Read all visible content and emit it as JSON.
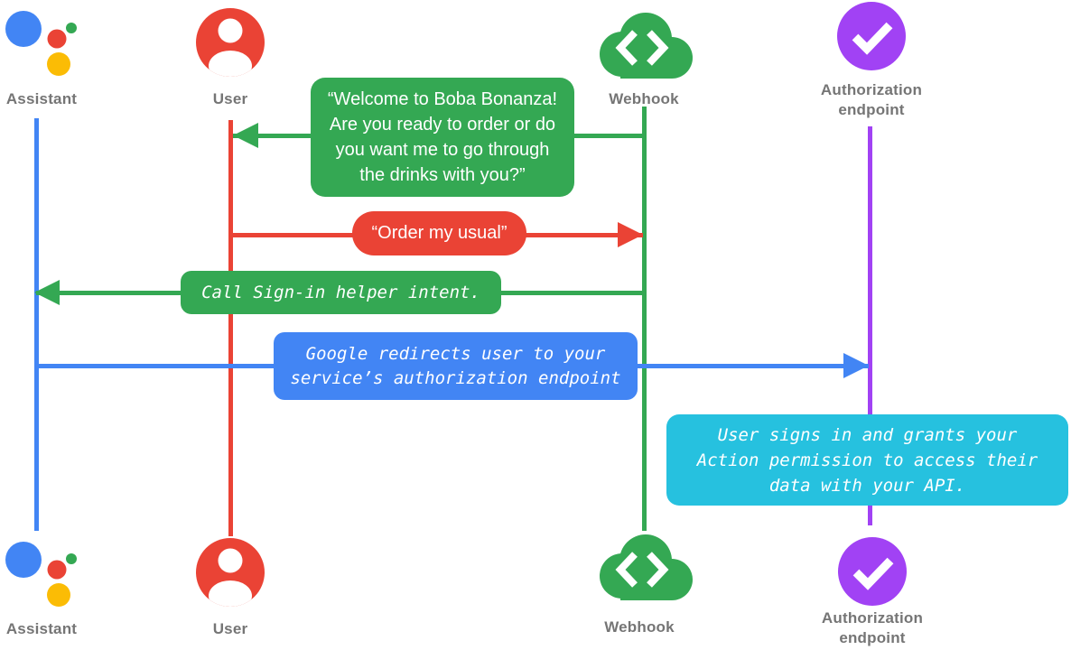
{
  "palette": {
    "blue": "#4285F4",
    "red": "#EA4335",
    "green": "#34A853",
    "yellow": "#FBBC05",
    "purple": "#A142F4",
    "cyan": "#26C1DF",
    "label_gray": "#757575"
  },
  "actors": [
    {
      "id": "assistant",
      "label": "Assistant",
      "color": "#4285F4"
    },
    {
      "id": "user",
      "label": "User",
      "color": "#EA4335"
    },
    {
      "id": "webhook",
      "label": "Webhook",
      "color": "#34A853"
    },
    {
      "id": "authorization-endpoint",
      "label": "Authorization\nendpoint",
      "color": "#A142F4"
    }
  ],
  "messages": [
    {
      "from": "webhook",
      "to": "user",
      "kind": "speech",
      "color": "#34A853",
      "text": "“Welcome to Boba Bonanza!\nAre you ready to order or do\nyou want me to go through\nthe drinks with you?”"
    },
    {
      "from": "user",
      "to": "webhook",
      "kind": "speech",
      "color": "#EA4335",
      "text": "“Order my usual”"
    },
    {
      "from": "webhook",
      "to": "assistant",
      "kind": "system",
      "color": "#34A853",
      "text": "Call Sign-in helper intent."
    },
    {
      "from": "assistant",
      "to": "authorization-endpoint",
      "kind": "system",
      "color": "#4285F4",
      "text": "Google redirects user to your\nservice’s authorization endpoint"
    },
    {
      "at": "authorization-endpoint",
      "kind": "note",
      "color": "#26C1DF",
      "text": "User signs in and grants your\nAction permission to access their\ndata with your API."
    }
  ]
}
